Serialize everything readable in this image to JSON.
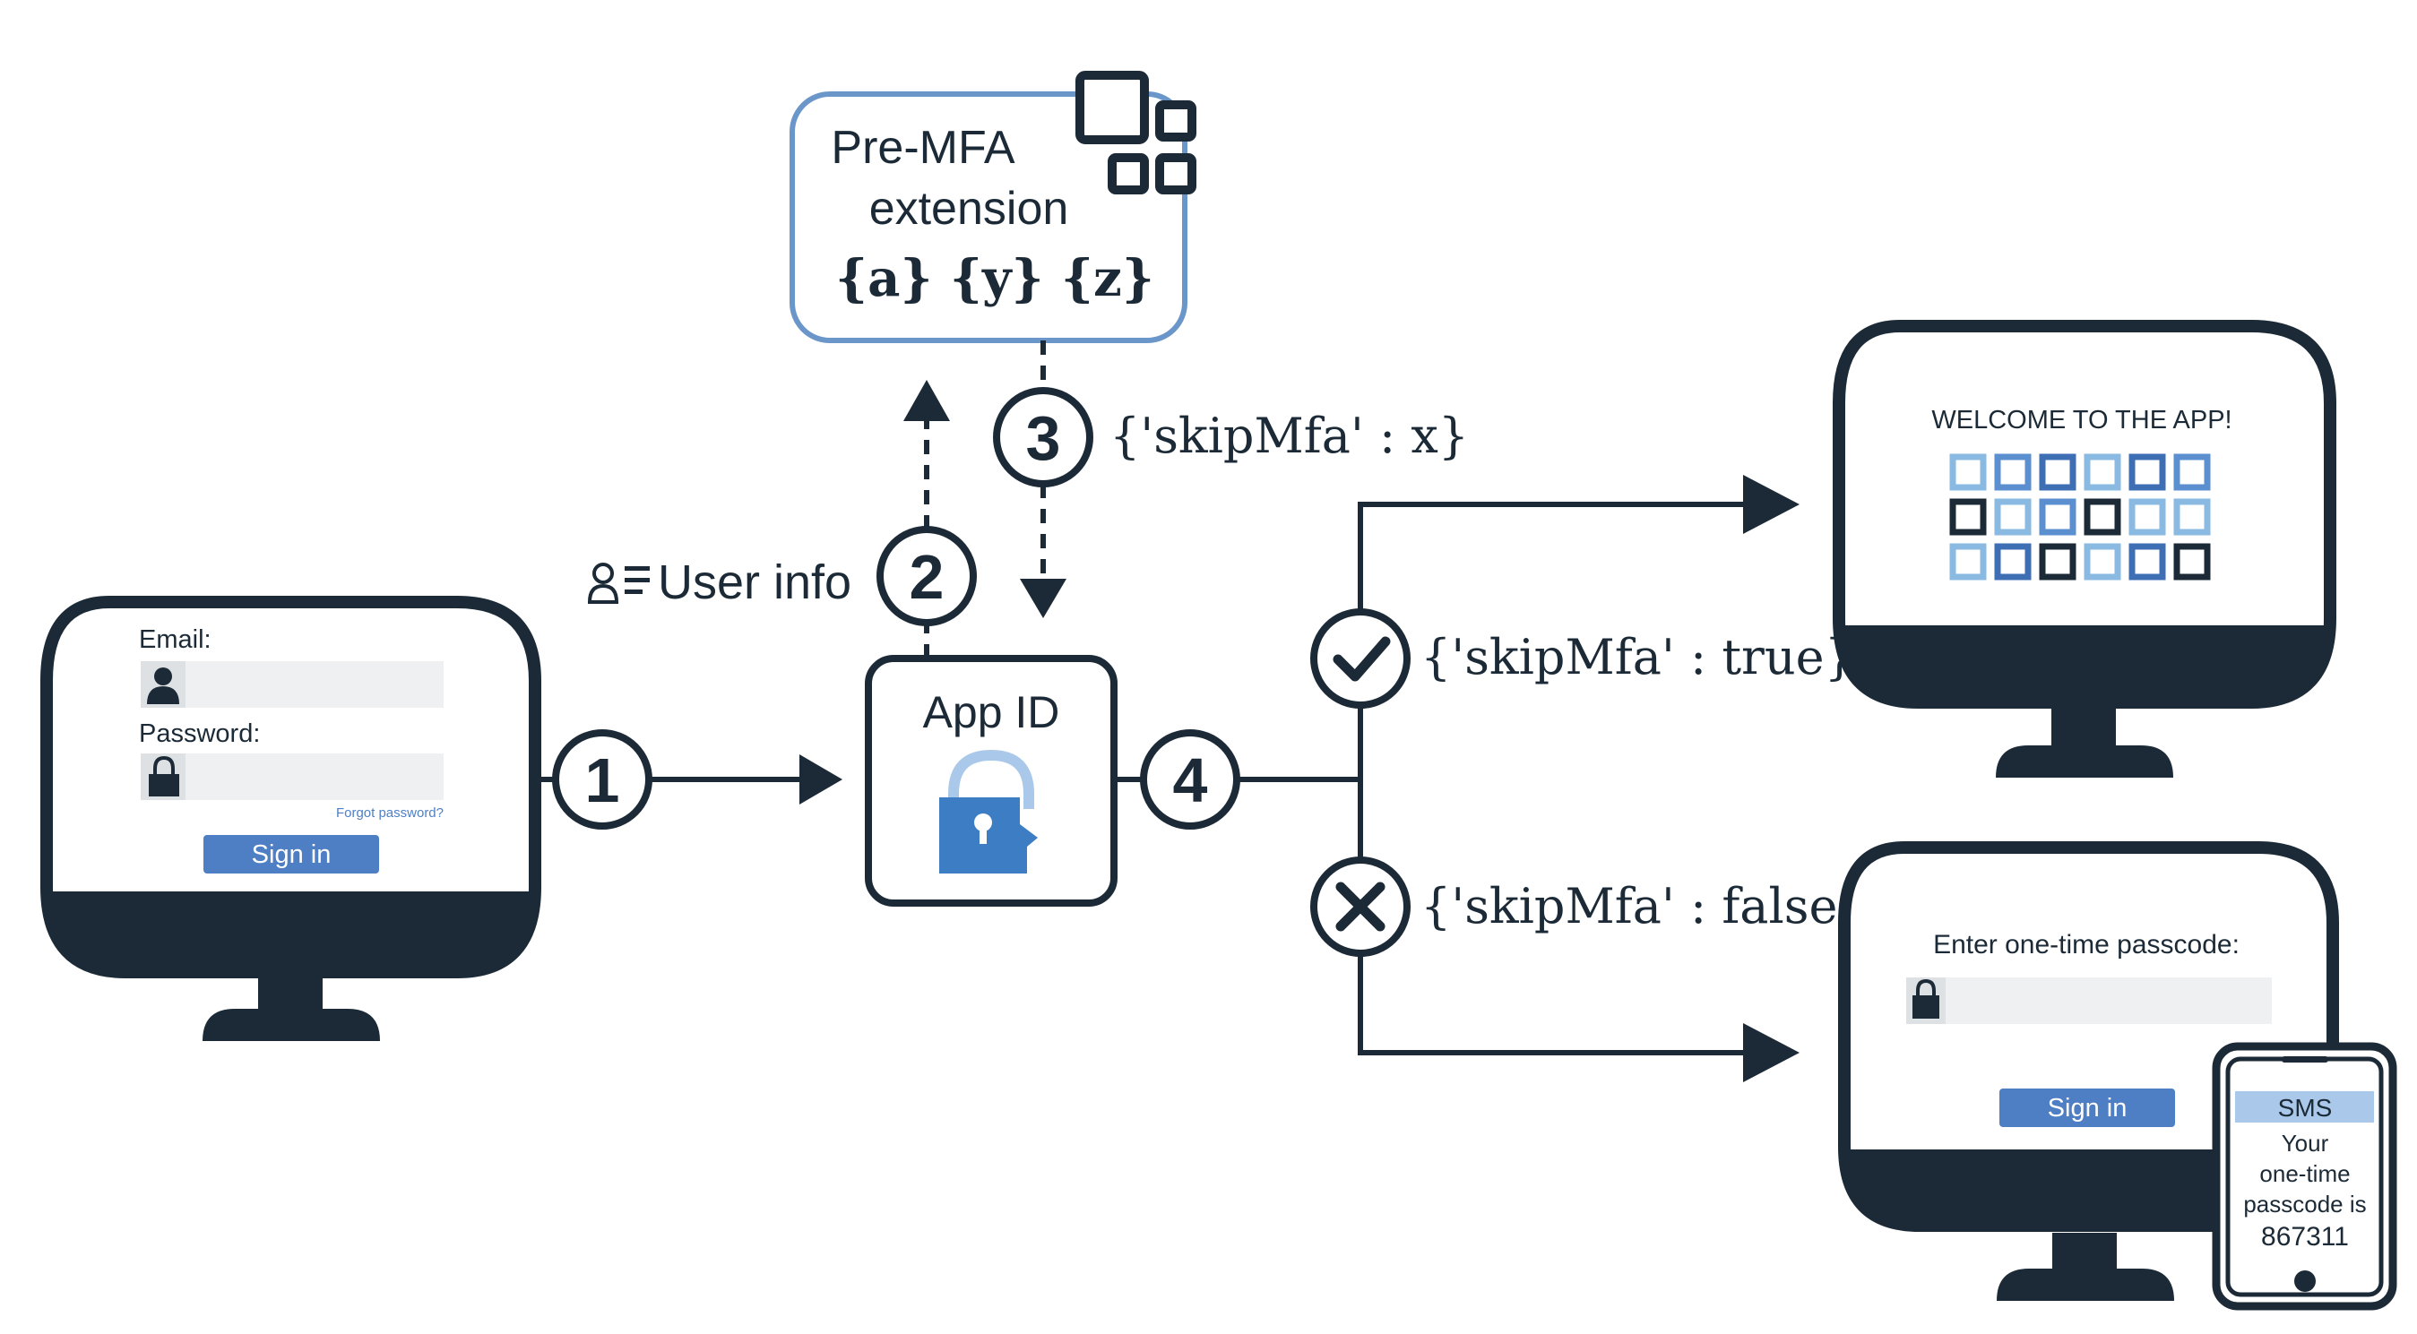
{
  "login_screen": {
    "email_label": "Email:",
    "password_label": "Password:",
    "forgot_password": "Forgot password?",
    "sign_in_button": "Sign in",
    "field_color": "#eef0f1",
    "button_color": "#4e7fc4"
  },
  "steps": {
    "step1": "1",
    "step2": "2",
    "step3": "3",
    "step4": "4"
  },
  "user_info": {
    "label": "User info",
    "icon": "user-list-icon"
  },
  "pre_mfa": {
    "line1": "Pre-MFA",
    "line2": "extension",
    "code": "{a} {y} {z}",
    "icon": "app-grid-icon",
    "border_color": "#6b96c9"
  },
  "skip_response": "{'skipMfa' : x}",
  "app_id": {
    "label": "App ID",
    "icon": "lock-head-icon",
    "icon_color": "#3c7dc4"
  },
  "branch_true": {
    "label": "{'skipMfa' : true}",
    "icon": "check-icon"
  },
  "branch_false": {
    "label": "{'skipMfa' : false}",
    "icon": "x-icon"
  },
  "welcome_screen": {
    "title": "WELCOME TO THE APP!",
    "tile_colors": {
      "light": "#8ab9e2",
      "mid": "#5b8fd0",
      "deep": "#3e6fb5",
      "dark": "#1b2a36"
    }
  },
  "otp_screen": {
    "prompt": "Enter one-time passcode:",
    "sign_in_button": "Sign in"
  },
  "sms_phone": {
    "header": "SMS",
    "line1": "Your",
    "line2": "one-time",
    "line3": "passcode is",
    "code": "867311",
    "header_color": "#a9c8ea"
  },
  "colors": {
    "ink": "#1b2a36"
  }
}
